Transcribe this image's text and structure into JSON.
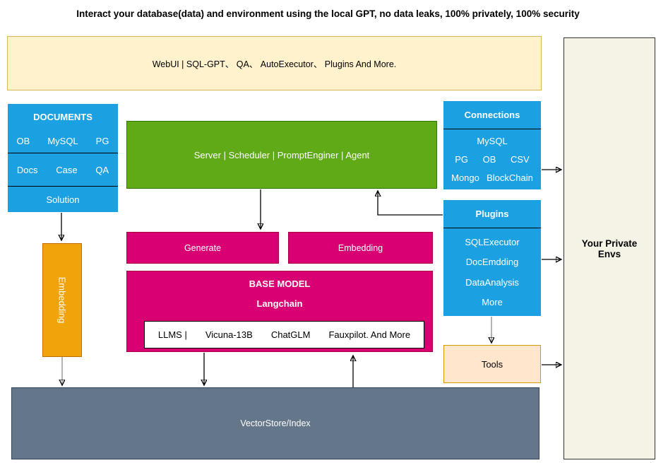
{
  "title": "Interact your database(data) and environment using the local GPT, no data leaks, 100% privately, 100% security",
  "banner": {
    "text": "WebUI | SQL-GPT、 QA、 AutoExecutor、 Plugins And More."
  },
  "documents": {
    "title": "DOCUMENTS",
    "row1": [
      "OB",
      "MySQL",
      "PG"
    ],
    "row2": [
      "Docs",
      "Case",
      "QA"
    ],
    "row3": "Solution"
  },
  "server": {
    "label": "Server | Scheduler  | PromptEnginer   |  Agent"
  },
  "connections": {
    "title": "Connections",
    "row1": "MySQL",
    "row2": [
      "PG",
      "OB",
      "CSV"
    ],
    "row3": [
      "Mongo",
      "BlockChain"
    ]
  },
  "plugins": {
    "title": "Plugins",
    "items": [
      "SQLExecutor",
      "DocEmdding",
      "DataAnalysis",
      "More"
    ]
  },
  "generate": {
    "label": "Generate"
  },
  "embedding_pink": {
    "label": "Embedding"
  },
  "base_model": {
    "title": "BASE MODEL",
    "subtitle": "Langchain",
    "models": [
      "LLMS |",
      "Vicuna-13B",
      "ChatGLM",
      "Fauxpilot. And More"
    ]
  },
  "embedding_orange": {
    "label": "Embedding"
  },
  "tools": {
    "label": "Tools"
  },
  "vectorstore": {
    "label": "VectorStore/Index"
  },
  "private_envs": {
    "label": "Your Private Envs"
  },
  "colors": {
    "blue": "#1BA1E2",
    "green": "#60A917",
    "pink": "#D80073",
    "orange": "#F0A30A",
    "banner_fill": "#FFF2CC",
    "banner_border": "#D6B656",
    "tools_fill": "#FFE6CC",
    "tools_border": "#D79B00",
    "slate": "#64768A",
    "envs_fill": "#F5F2E6"
  }
}
